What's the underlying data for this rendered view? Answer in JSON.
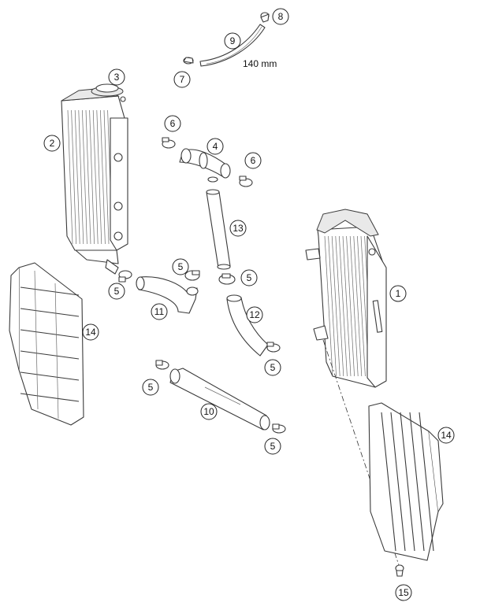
{
  "diagram": {
    "dimension_label": "140 mm",
    "callouts": {
      "radiator_right": "1",
      "radiator_left": "2",
      "radiator_cap": "3",
      "hose_connector": "4",
      "clamp_a": "5",
      "clamp_b": "5",
      "clamp_c": "5",
      "clamp_d": "5",
      "clamp_e": "5",
      "clamp_f": "5",
      "clamp_g": "6",
      "clamp_h": "6",
      "clip_small": "7",
      "clip_top": "8",
      "overflow_hose": "9",
      "hose_long": "10",
      "hose_elbow": "11",
      "hose_bend": "12",
      "pipe": "13",
      "guard_left": "14",
      "guard_right": "14",
      "screw": "15"
    }
  }
}
